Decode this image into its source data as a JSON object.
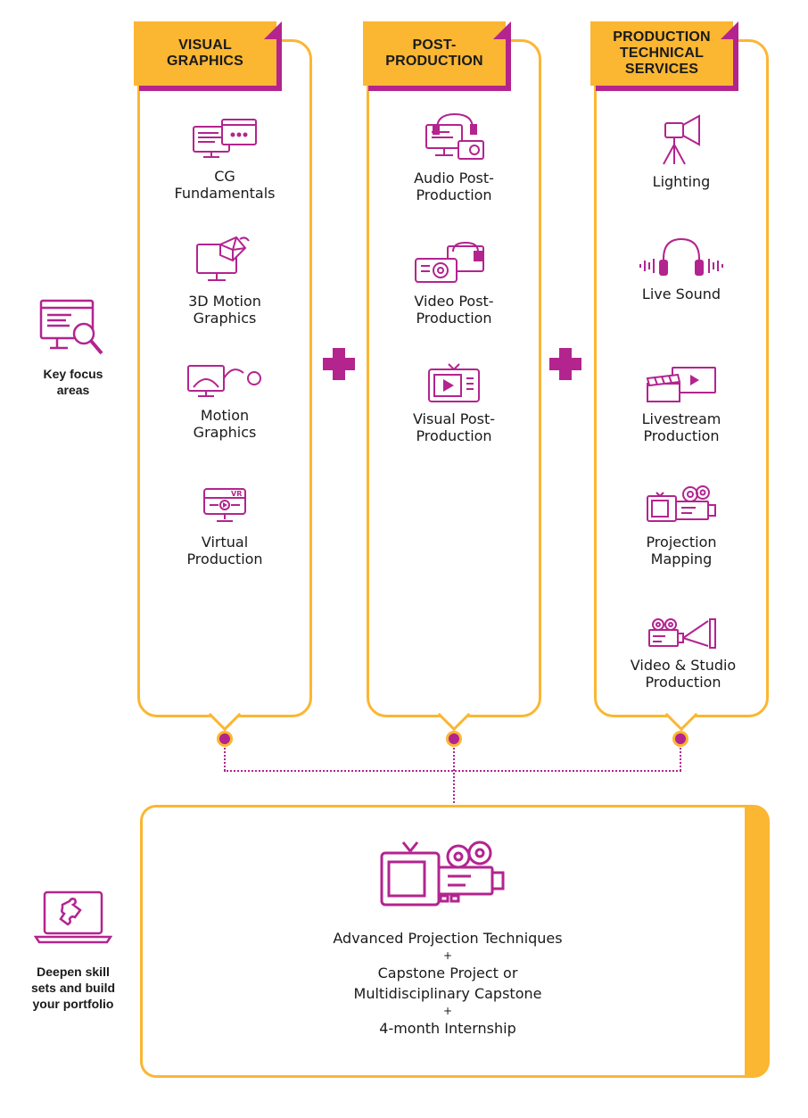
{
  "columns": [
    {
      "title": "VISUAL\nGRAPHICS",
      "items": [
        {
          "label": "CG\nFundamentals",
          "icon": "monitor-windows-icon"
        },
        {
          "label": "3D Motion\nGraphics",
          "icon": "monitor-3d-shape-icon"
        },
        {
          "label": "Motion\nGraphics",
          "icon": "monitor-motion-ball-icon"
        },
        {
          "label": "Virtual\nProduction",
          "icon": "vr-headset-icon"
        }
      ]
    },
    {
      "title": "POST-\nPRODUCTION",
      "items": [
        {
          "label": "Audio Post-\nProduction",
          "icon": "monitor-headphones-icon"
        },
        {
          "label": "Video Post-\nProduction",
          "icon": "projector-monitor-icon"
        },
        {
          "label": "Visual Post-\nProduction",
          "icon": "tv-play-icon"
        }
      ]
    },
    {
      "title": "PRODUCTION\nTECHNICAL\nSERVICES",
      "items": [
        {
          "label": "Lighting",
          "icon": "studio-light-icon"
        },
        {
          "label": "Live Sound",
          "icon": "headphones-sound-icon"
        },
        {
          "label": "Livestream\nProduction",
          "icon": "clapperboard-play-icon"
        },
        {
          "label": "Projection\nMapping",
          "icon": "tv-camera-icon"
        },
        {
          "label": "Video & Studio\nProduction",
          "icon": "camera-projection-icon"
        }
      ]
    }
  ],
  "side_labels": {
    "focus": "Key focus\nareas",
    "deepen": "Deepen skill\nsets and build\nyour portfolio"
  },
  "bottom": {
    "line1": "Advanced Projection Techniques",
    "plus1": "+",
    "line2": "Capstone Project or",
    "line3": "Multidisciplinary Capstone",
    "plus2": "+",
    "line4": "4-month Internship"
  },
  "colors": {
    "accent_yellow": "#fbb632",
    "accent_magenta": "#b3248f"
  }
}
